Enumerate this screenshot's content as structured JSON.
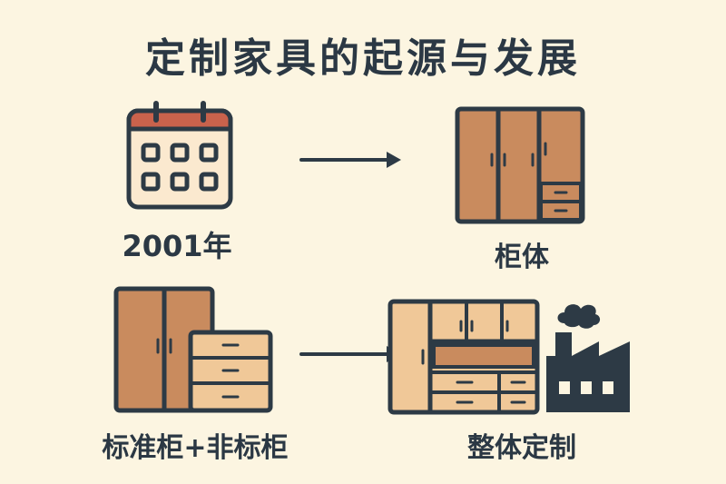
{
  "title": "定制家具的起源与发展",
  "steps": [
    {
      "label": "2001年"
    },
    {
      "label": "柜体"
    },
    {
      "label": "标准柜+非标柜"
    },
    {
      "label": "整体定制"
    }
  ],
  "icons": [
    "calendar-icon",
    "arrow-right-icon",
    "wardrobe-icon",
    "wardrobe-and-dresser-icon",
    "integrated-cabinet-icon",
    "factory-icon"
  ],
  "colors": {
    "background": "#fcf5e1",
    "outline": "#2d3a45",
    "wood_dark": "#c98b5e",
    "wood_light": "#f0c898",
    "calendar_header": "#c9624c",
    "text": "#2b3844"
  }
}
